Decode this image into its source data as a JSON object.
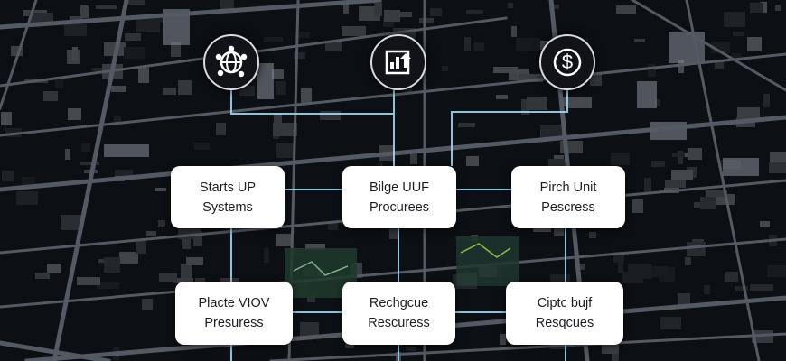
{
  "diagram": {
    "icons": [
      {
        "name": "network-globe-icon"
      },
      {
        "name": "chart-document-icon"
      },
      {
        "name": "dollar-icon"
      }
    ],
    "cards": [
      {
        "line1": "Starts UP",
        "line2": "Systems"
      },
      {
        "line1": "Bilge UUF",
        "line2": "Procurees"
      },
      {
        "line1": "Pirch Unit",
        "line2": "Pescress"
      },
      {
        "line1": "Placte VIOV",
        "line2": "Presuress"
      },
      {
        "line1": "Rechgcue",
        "line2": "Rescuress"
      },
      {
        "line1": "Ciptc bujf",
        "line2": "Resqcues"
      }
    ],
    "colors": {
      "connector": "#9fd7f0",
      "card_bg": "#ffffff",
      "map_bg": "#0b0e13"
    }
  }
}
